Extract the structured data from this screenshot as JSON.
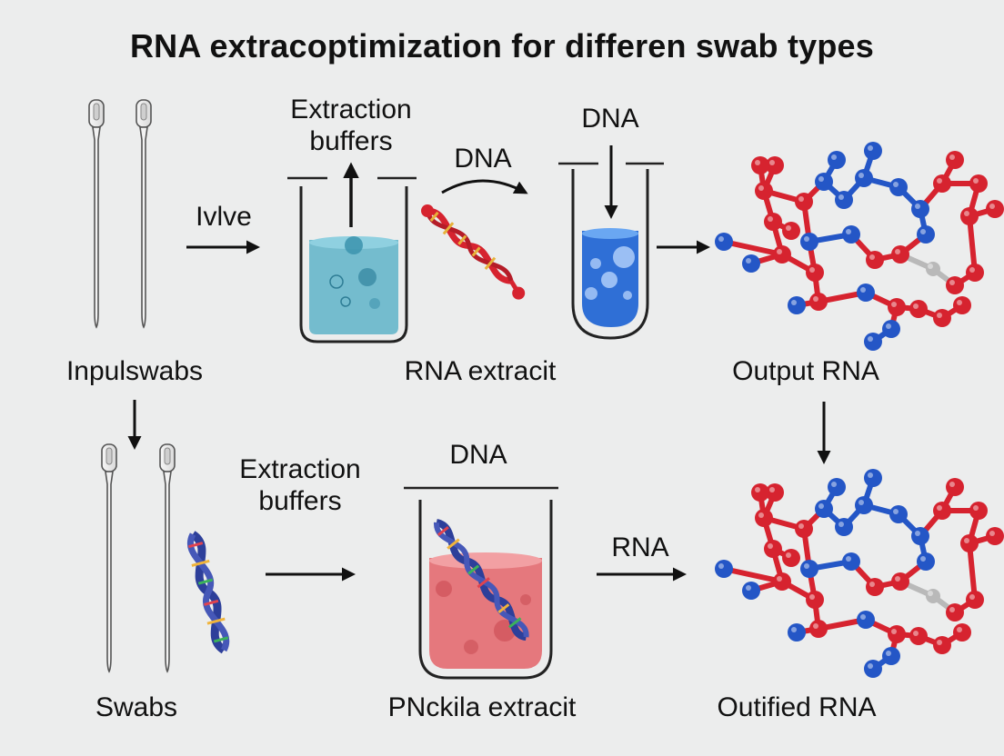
{
  "title": "RNA extracoptimization for differen swab types",
  "labels": {
    "input_swabs": "Inpulswabs",
    "arrow_ivive": "Ivlve",
    "extraction_buffers_top": "Extraction\nbuffers",
    "dna_top_arrow": "DNA",
    "dna_top_tube": "DNA",
    "rna_extract_top": "RNA extracit",
    "output_rna": "Output RNA",
    "swabs": "Swabs",
    "extraction_buffers_bottom": "Extraction\nbuffers",
    "dna_bottom": "DNA",
    "rna_arrow_bottom": "RNA",
    "pnckila_extract": "PNckila extracit",
    "outified_rna": "Outified RNA"
  },
  "colors": {
    "background": "#eceded",
    "blue_liquid": "#5fb3c8",
    "deep_blue_liquid": "#2f6fd6",
    "red_liquid": "#e46a70",
    "molecule_red": "#d6232f",
    "molecule_blue": "#2456c6",
    "molecule_gray": "#b9b9b9",
    "dna_blue": "#2d3f9a"
  },
  "icons": [
    "swab-icon",
    "beaker-icon",
    "test-tube-icon",
    "dna-helix-icon",
    "molecule-icon",
    "arrow-icon"
  ]
}
